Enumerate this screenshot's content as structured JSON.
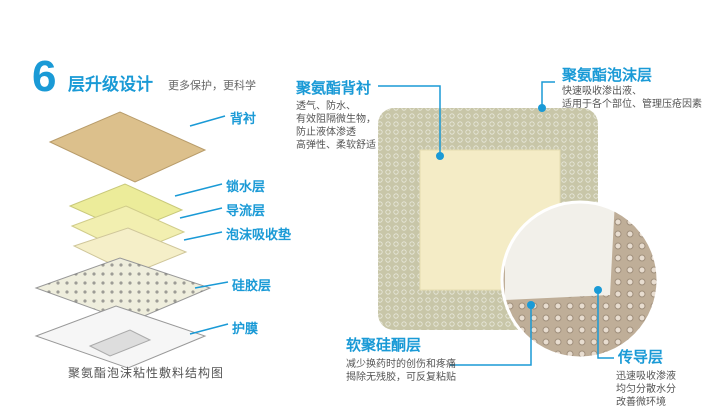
{
  "header": {
    "number": "6",
    "title": "层升级设计",
    "subtitle": "更多保护，更科学"
  },
  "layers": [
    {
      "label": "背衬",
      "color": "#dcc08c"
    },
    {
      "label": "锁水层",
      "color": "#ecec9a"
    },
    {
      "label": "导流层",
      "color": "#f2efb0"
    },
    {
      "label": "泡沫吸收垫",
      "color": "#f5efc8"
    },
    {
      "label": "硅胶层",
      "color": "#efeedd"
    },
    {
      "label": "护膜",
      "color": "#f4f4f4"
    }
  ],
  "caption": "聚氨酯泡沫粘性敷料结构图",
  "callouts": {
    "backing": {
      "title": "聚氨酯背衬",
      "desc": "透气、防水、\n有效阻隔微生物，\n防止液体渗透\n高弹性、柔软舒适"
    },
    "foam": {
      "title": "聚氨酯泡沫层",
      "desc": "快速吸收渗出液、\n适用于各个部位、管理压疮因素"
    },
    "silicone": {
      "title": "软聚硅酮层",
      "desc": "减少换药时的创伤和疼痛\n揭除无残胶，可反复粘贴"
    },
    "transfer": {
      "title": "传导层",
      "desc": "迅速吸收渗液\n均匀分散水分\n改善微环境"
    }
  },
  "accent": "#1a9ad6"
}
